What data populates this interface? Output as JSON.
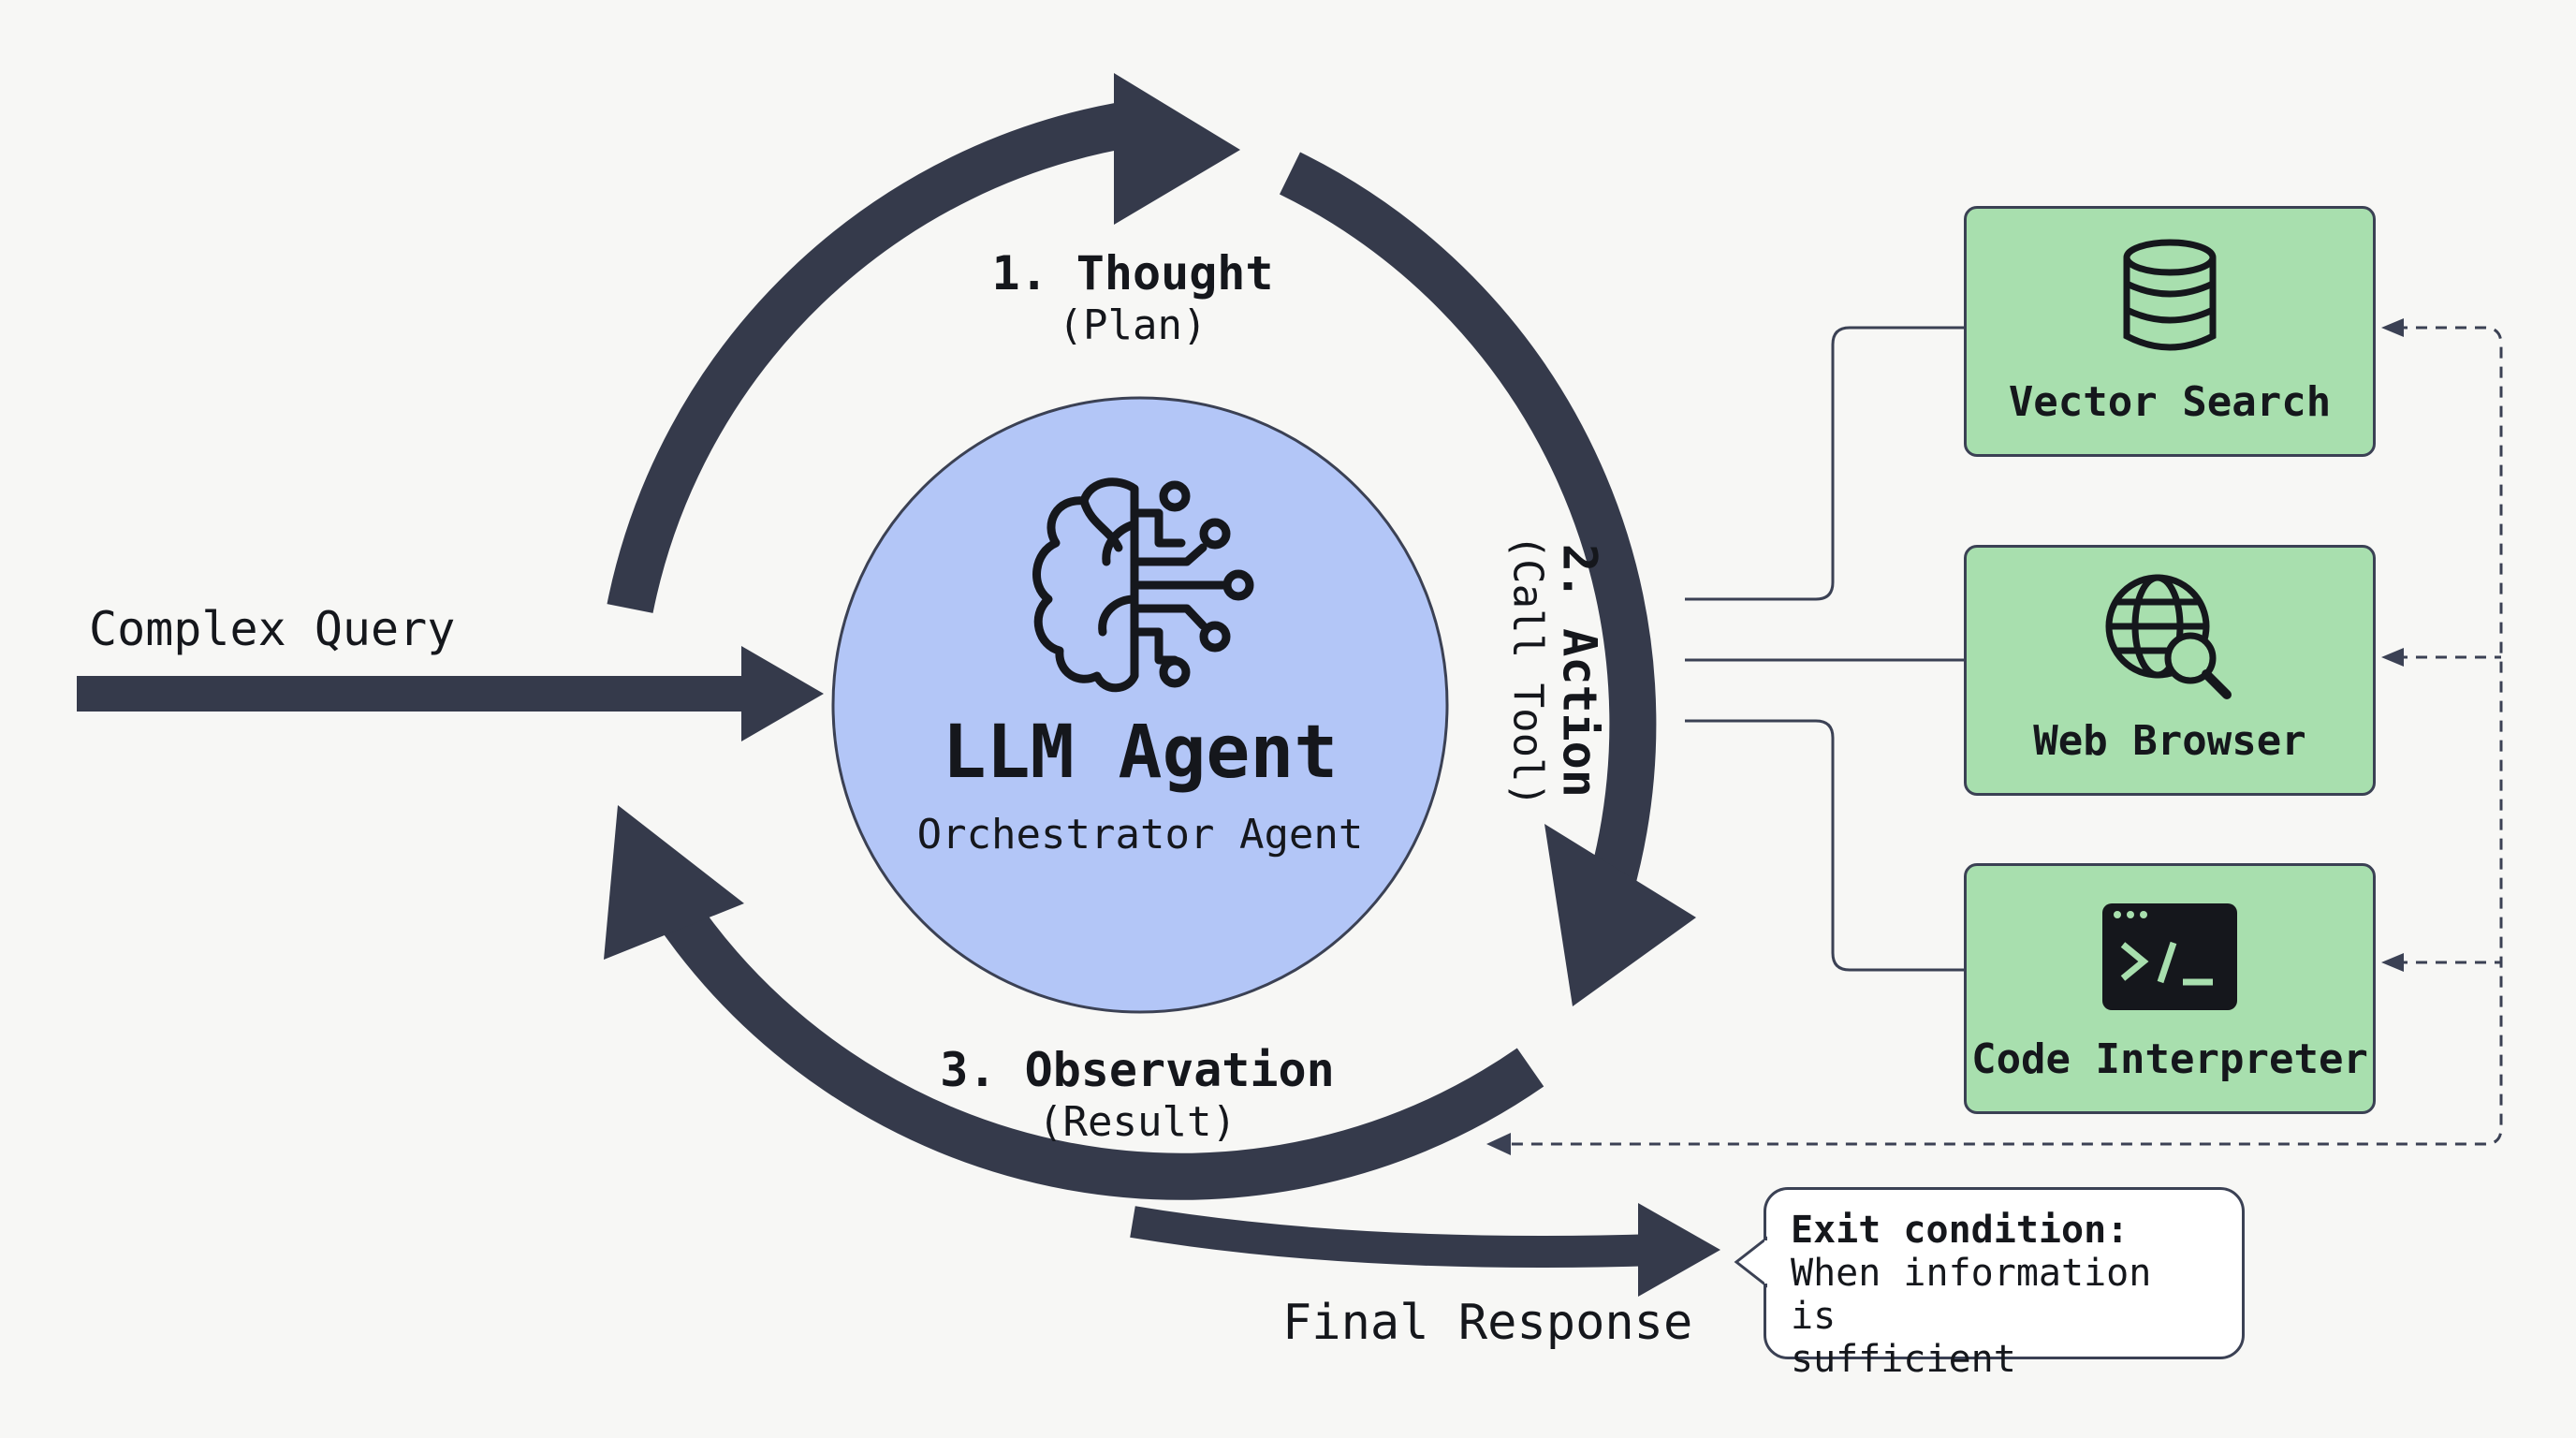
{
  "input": {
    "label": "Complex Query"
  },
  "agent": {
    "title": "LLM Agent",
    "subtitle": "Orchestrator Agent",
    "icon": "brain-circuit-icon"
  },
  "steps": [
    {
      "title": "1. Thought",
      "subtitle": "(Plan)"
    },
    {
      "title": "2. Action",
      "subtitle": "(Call Tool)"
    },
    {
      "title": "3. Observation",
      "subtitle": "(Result)"
    }
  ],
  "tools": [
    {
      "label": "Vector Search",
      "icon": "database-icon"
    },
    {
      "label": "Web Browser",
      "icon": "globe-search-icon"
    },
    {
      "label": "Code Interpreter",
      "icon": "terminal-icon"
    }
  ],
  "output": {
    "label": "Final Response"
  },
  "exit": {
    "title": "Exit condition:",
    "body": "When information is\nsufficient"
  },
  "colors": {
    "arrow": "#353a4b",
    "agent_fill": "#b3c6f7",
    "tool_fill": "#a8dfae",
    "background": "#f7f7f5"
  }
}
